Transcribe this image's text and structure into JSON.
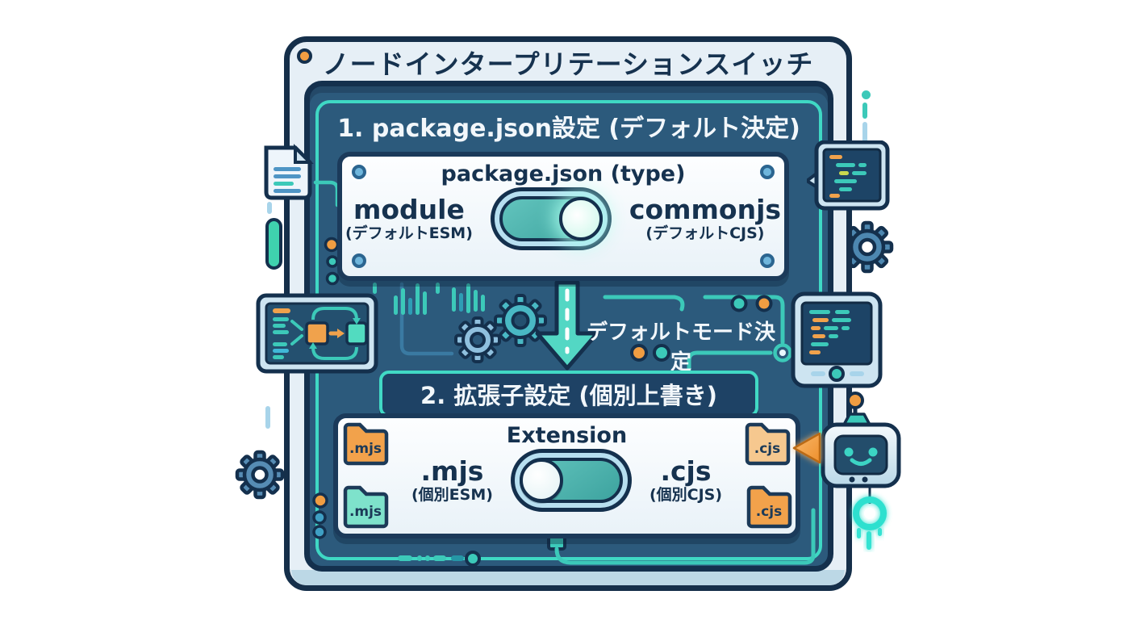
{
  "title": "ノードインタープリテーションスイッチ",
  "section1": {
    "heading": "1. package.json設定 (デフォルト決定)",
    "box_title": "package.json (type)",
    "left_label": "module",
    "left_sublabel": "(デフォルトESM)",
    "right_label": "commonjs",
    "right_sublabel": "(デフォルトCJS)",
    "toggle_state": "right"
  },
  "flow_label": "デフォルトモード決定",
  "section2": {
    "heading": "2. 拡張子設定 (個別上書き)",
    "box_title": "Extension",
    "left_label": ".mjs",
    "left_sublabel": "(個別ESM)",
    "right_label": ".cjs",
    "right_sublabel": "(個別CJS)",
    "toggle_state": "left",
    "folders": [
      {
        "label": ".mjs",
        "color": "#f2a24b"
      },
      {
        "label": ".mjs",
        "color": "#7ee2cb"
      },
      {
        "label": ".cjs",
        "color": "#f6c88f"
      },
      {
        "label": ".cjs",
        "color": "#f2a24b"
      }
    ]
  },
  "colors": {
    "navy": "#16324f",
    "panel_blue": "#2c5a7c",
    "teal_accent": "#3cc9b9",
    "orange_accent": "#f09d42",
    "light_blue": "#cde4f1"
  }
}
